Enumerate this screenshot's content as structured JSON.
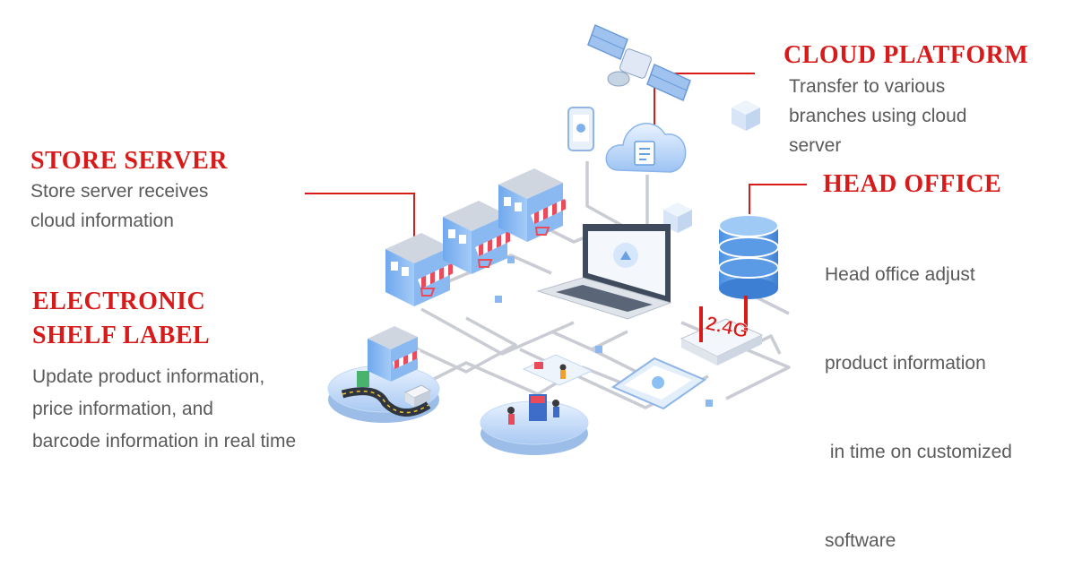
{
  "labels": {
    "cloud_platform": {
      "title": "CLOUD PLATFORM",
      "lines": [
        "Transfer to various",
        "branches using cloud",
        "server"
      ]
    },
    "head_office": {
      "title": "HEAD OFFICE",
      "lines": [
        "Head office adjust",
        "product information",
        " in time on customized",
        "software"
      ]
    },
    "store_server": {
      "title": "STORE SERVER",
      "lines": [
        "Store server receives",
        "cloud information"
      ]
    },
    "esl": {
      "title_lines": [
        "ELECTRONIC",
        "SHELF LABEL"
      ],
      "lines": [
        "Update product information,",
        "price information, and",
        "barcode information in real time"
      ]
    }
  },
  "network": {
    "band_label": "2.4G"
  },
  "colors": {
    "title_red": "#d71a1a",
    "text_gray": "#5a5a5a",
    "wire": "#c9cdd3",
    "accent_blue": "#4a90e2",
    "light_blue": "#cfe2fb",
    "awning_red": "#e94b5a"
  },
  "icons": [
    "satellite-icon",
    "cloud-icon",
    "phone-icon",
    "server-stack-icon",
    "laptop-icon",
    "router-icon",
    "tablet-icon",
    "store-icon",
    "shopping-cart-icon",
    "truck-icon",
    "cube-icon"
  ]
}
